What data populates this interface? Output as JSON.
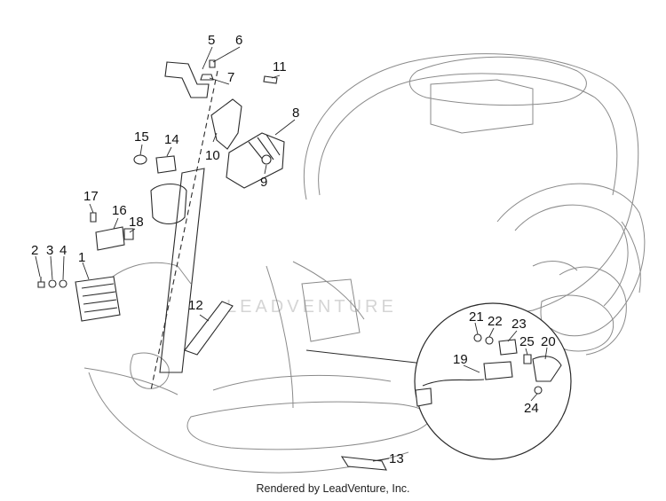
{
  "diagram": {
    "part_labels": [
      "1",
      "2",
      "3",
      "4",
      "5",
      "6",
      "7",
      "8",
      "9",
      "10",
      "11",
      "12",
      "13",
      "14",
      "15",
      "16",
      "17",
      "18",
      "19",
      "20",
      "21",
      "22",
      "23",
      "24",
      "25"
    ],
    "watermark": "LEADVENTURE",
    "footer": "Rendered by LeadVenture, Inc.",
    "colors": {
      "line": "#2a2a2a",
      "ghost": "#8a8a8a",
      "text": "#111111",
      "watermark": "#d5d5d5"
    }
  }
}
